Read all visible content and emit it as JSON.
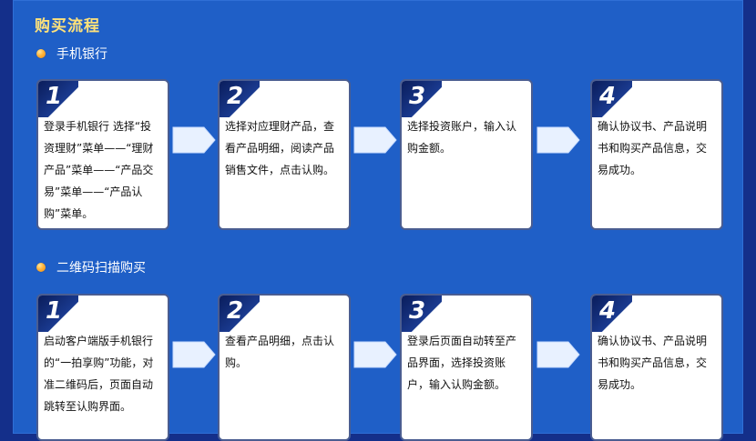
{
  "title": "购买流程",
  "sections": [
    {
      "label": "手机银行",
      "steps": [
        {
          "num": "1",
          "text": "登录手机银行 选择“投资理财”菜单——“理财产品”菜单——“产品交易”菜单——“产品认购”菜单。"
        },
        {
          "num": "2",
          "text": "选择对应理财产品，查看产品明细，阅读产品销售文件，点击认购。"
        },
        {
          "num": "3",
          "text": "选择投资账户，输入认购金额。"
        },
        {
          "num": "4",
          "text": "确认协议书、产品说明书和购买产品信息，交易成功。"
        }
      ]
    },
    {
      "label": "二维码扫描购买",
      "steps": [
        {
          "num": "1",
          "text": "启动客户端版手机银行的“一拍享购”功能，对准二维码后，页面自动跳转至认购界面。"
        },
        {
          "num": "2",
          "text": "查看产品明细，点击认购。"
        },
        {
          "num": "3",
          "text": "登录后页面自动转至产品界面，选择投资账户，输入认购金额。"
        },
        {
          "num": "4",
          "text": "确认协议书、产品说明书和购买产品信息，交易成功。"
        }
      ]
    }
  ],
  "colors": {
    "panel": "#1f5fc7",
    "title": "#ffe27a",
    "bullet": "#ffb33a"
  }
}
